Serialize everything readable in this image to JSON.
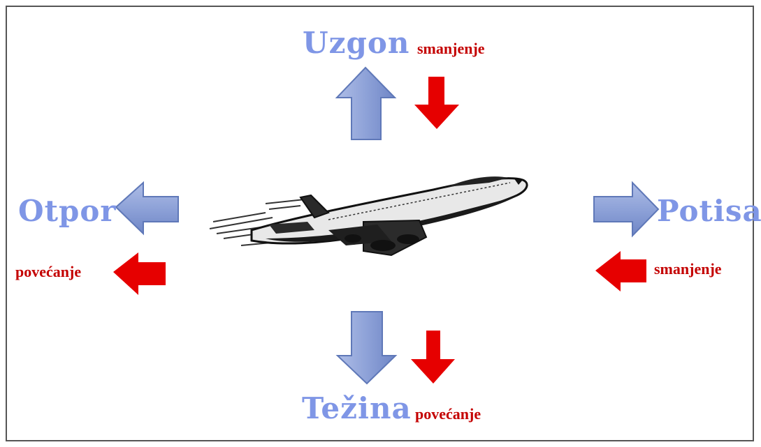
{
  "colors": {
    "force": "#7f96e6",
    "force_arrow_fill": "#8aa0d6",
    "force_arrow_stroke": "#5f78b8",
    "change": "#c40000",
    "change_arrow": "#e60000",
    "frame": "#555555"
  },
  "forces": {
    "lift": {
      "label": "Uzgon",
      "change": "smanjenje"
    },
    "drag": {
      "label": "Otpor",
      "change": "povećanje"
    },
    "thrust": {
      "label": "Potisak",
      "change": "smanjenje"
    },
    "weight": {
      "label": "Težina",
      "change": "povećanje"
    }
  },
  "icons": {
    "center": "airplane-icon"
  }
}
